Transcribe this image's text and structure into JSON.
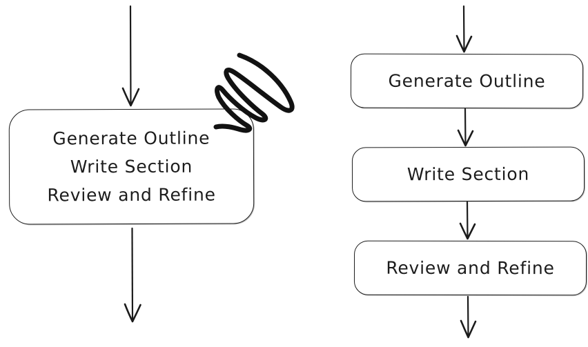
{
  "canvas": {
    "background": "#ffffff",
    "stroke_color": "#1b1b1b",
    "style": "hand-drawn flowchart"
  },
  "left_flow": {
    "description": "single combined process box with scribble annotation",
    "box_lines": [
      "Generate Outline",
      "Write Section",
      "Review and Refine"
    ],
    "annotation_icon": "pen-scribble"
  },
  "right_flow": {
    "description": "three sequential process boxes connected by arrows",
    "steps": [
      {
        "label": "Generate Outline"
      },
      {
        "label": "Write Section"
      },
      {
        "label": "Review and Refine"
      }
    ]
  }
}
